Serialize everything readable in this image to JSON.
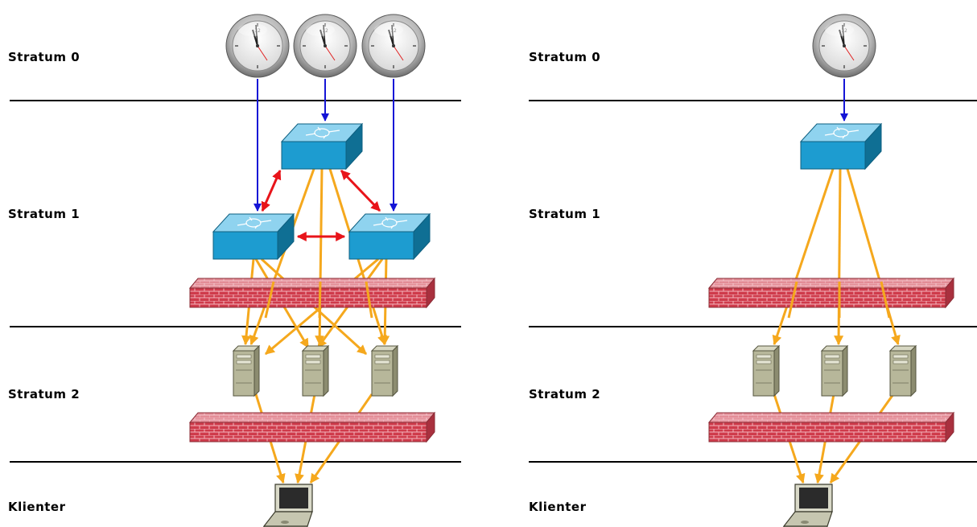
{
  "diagrams": [
    {
      "labels": {
        "stratum0": "Stratum 0",
        "stratum1": "Stratum 1",
        "stratum2": "Stratum 2",
        "clients": "Klienter"
      }
    },
    {
      "labels": {
        "stratum0": "Stratum 0",
        "stratum1": "Stratum 1",
        "stratum2": "Stratum 2",
        "clients": "Klienter"
      }
    }
  ],
  "colors": {
    "clock_link": "#1515d6",
    "peer_link": "#e8141a",
    "data_link": "#f5a81d",
    "divider": "#000000",
    "router": "#1d9cd0",
    "firewall": "#c93a4a",
    "server": "#b7b79a"
  },
  "icons": [
    "clock-icon",
    "router-icon",
    "firewall-icon",
    "server-icon",
    "laptop-icon"
  ]
}
